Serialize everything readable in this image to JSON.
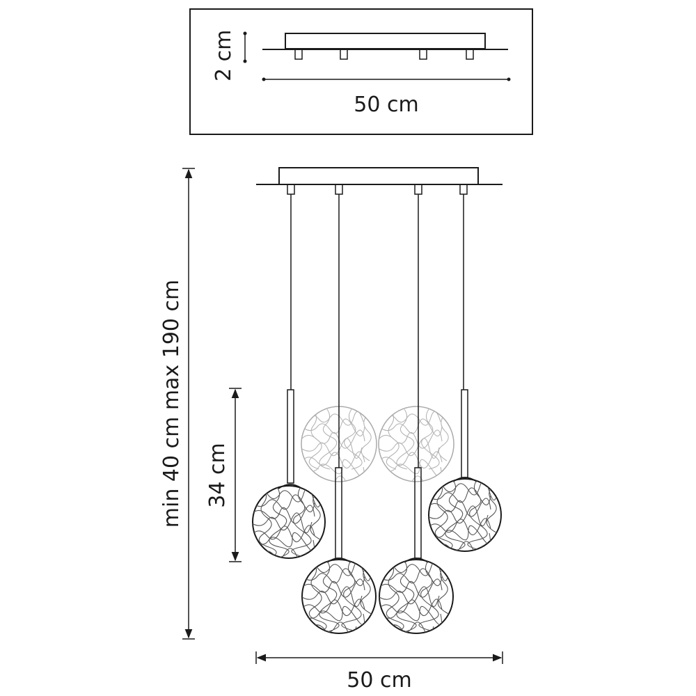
{
  "diagram": {
    "top_view": {
      "height_label": "2 cm",
      "width_label": "50 cm"
    },
    "front_view": {
      "overall_height_label": "min 40 cm max 190 cm",
      "shade_height_label": "34 cm",
      "width_label": "50 cm"
    }
  }
}
